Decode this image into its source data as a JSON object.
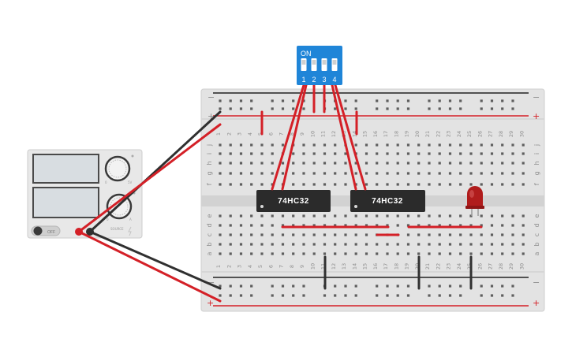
{
  "breadboard": {
    "columns": 30,
    "row_labels_top": [
      "j",
      "i",
      "h",
      "g",
      "f"
    ],
    "row_labels_bottom": [
      "e",
      "d",
      "c",
      "b",
      "a"
    ],
    "rail_minus": "−",
    "rail_plus": "+"
  },
  "dip_switch": {
    "on_label": "ON",
    "switch_labels": [
      "1",
      "2",
      "3",
      "4"
    ]
  },
  "chips": [
    {
      "label": "74HC32"
    },
    {
      "label": "74HC32"
    }
  ],
  "power_supply": {
    "toggle_label": "OFF",
    "knob1_low": "0",
    "knob1_high": "5V",
    "knob2_low": "0",
    "knob2_high": "A",
    "small_text": "SOURCE"
  },
  "colors": {
    "wire_red": "#d42027",
    "wire_black": "#303030",
    "dip_blue": "#1f85d8",
    "chip_body": "#2b2b2b",
    "led_red": "#b01c1c",
    "breadboard": "#e4e4e4"
  }
}
